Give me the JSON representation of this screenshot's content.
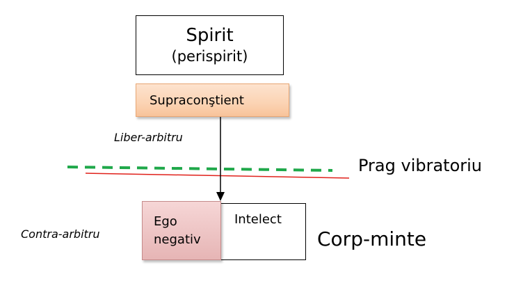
{
  "spirit": {
    "title": "Spirit",
    "subtitle": "(perispirit)"
  },
  "supraconstient": {
    "label": "Supraconştient"
  },
  "free_will": {
    "label": "Liber-arbitru"
  },
  "threshold": {
    "label": "Prag vibratoriu"
  },
  "counter_will": {
    "label": "Contra-arbitru"
  },
  "ego": {
    "line1": "Ego",
    "line2": "negativ"
  },
  "intellect": {
    "label": "Intelect"
  },
  "body_mind": {
    "label": "Corp-minte"
  },
  "colors": {
    "dashed_line": "#1fa84a",
    "red_line": "#e0201a",
    "supra_fill": "#fbd3b3",
    "ego_fill": "#e6b5b5"
  }
}
